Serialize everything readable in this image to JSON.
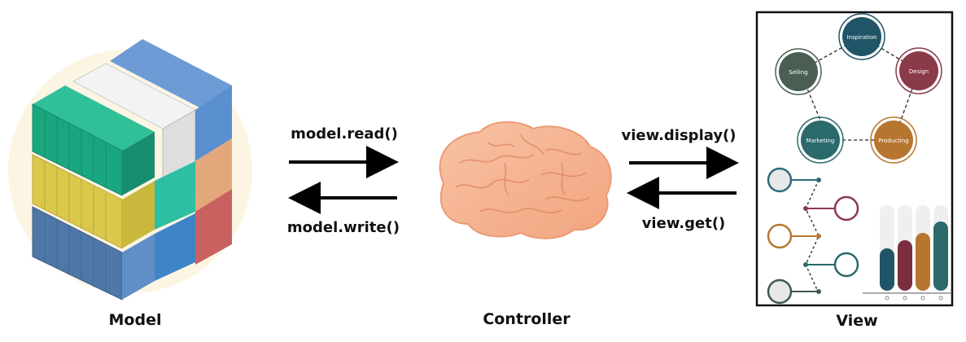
{
  "labels": {
    "model": "Model",
    "controller": "Controller",
    "view": "View"
  },
  "arrows": {
    "model_read": "model.read()",
    "model_write": "model.write()",
    "view_display": "view.display()",
    "view_get": "view.get()"
  },
  "cycle": {
    "nodes": [
      "Inspiration",
      "Design",
      "Producting",
      "Marketing",
      "Selling"
    ]
  },
  "colors": {
    "arrow": "#000000",
    "container_green": "#1aa67f",
    "container_white": "#e9e9e9",
    "container_blue": "#4f84c4",
    "container_yellow": "#d9c84a",
    "container_teal": "#2d9c9f",
    "container_red": "#c96161",
    "inspiration": "#1f5566",
    "design": "#8b3a4a",
    "producting": "#b7762f",
    "marketing": "#2a6a6a",
    "selling": "#4a5f52"
  },
  "icons": {
    "model": "shipping-containers-icon",
    "controller": "brain-icon",
    "view": "infographic-icon"
  }
}
